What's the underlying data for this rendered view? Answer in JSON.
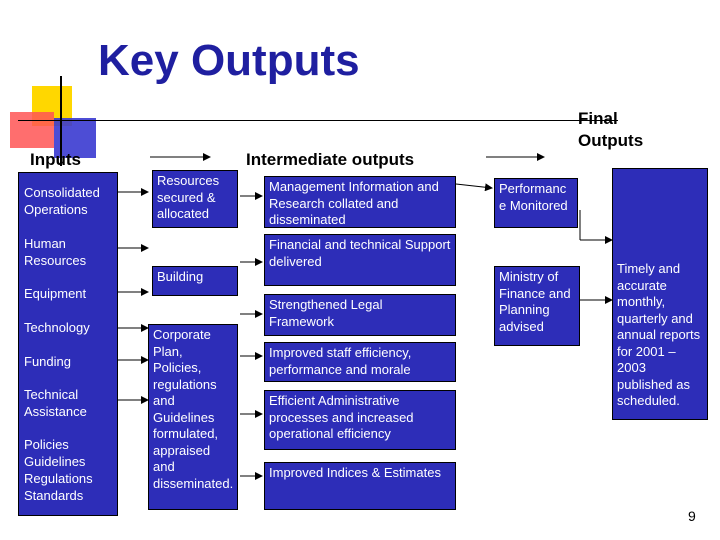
{
  "slide": {
    "title": "Key Outputs",
    "page_number": "9"
  },
  "headers": {
    "inputs": "Inputs",
    "intermediate": "Intermediate outputs",
    "final": "Final Outputs"
  },
  "inputs": {
    "items": [
      "Consolidated Operations",
      "Human Resources",
      "Equipment",
      "Technology",
      "Funding",
      "Technical Assistance",
      "Policies Guidelines Regulations Standards"
    ]
  },
  "processes": {
    "resources": "Resources secured & allocated",
    "building": "Building",
    "corporate": "Corporate Plan, Policies, regulations and Guidelines formulated, appraised and disseminated."
  },
  "intermediate": {
    "items": [
      "Management Information and Research collated and disseminated",
      "Financial and technical Support delivered",
      "Strengthened Legal Framework",
      "Improved staff efficiency, performance and morale",
      "Efficient Administrative processes and increased operational efficiency",
      "Improved Indices & Estimates"
    ]
  },
  "final_mid": {
    "performance": "Performance Monitored",
    "ministry": "Ministry of Finance and Planning advised"
  },
  "final": {
    "reports": "Timely and accurate monthly, quarterly and annual reports for 2001 – 2003 published as scheduled."
  },
  "colors": {
    "box_fill": "#2d2db8",
    "title": "#1f1fa0",
    "deco_yellow": "#ffd700",
    "deco_red": "#ff4444",
    "deco_blue": "#3333cc"
  }
}
